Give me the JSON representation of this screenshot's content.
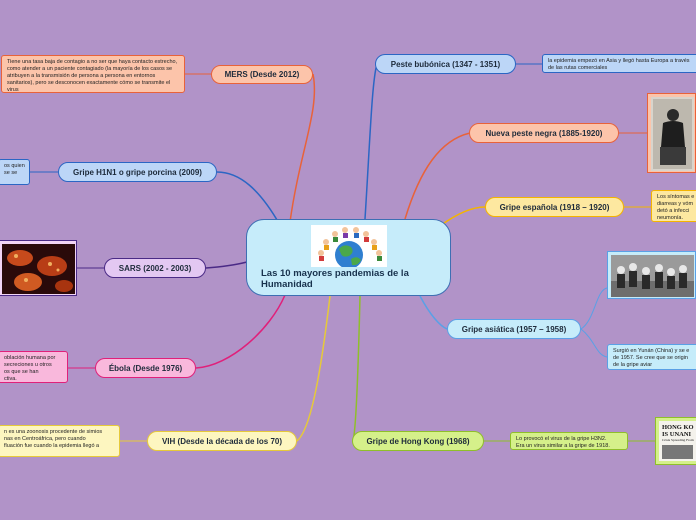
{
  "central": {
    "title": "Las 10 mayores pandemias de la Humanidad"
  },
  "topics": {
    "mers": {
      "label": "MERS (Desde 2012)",
      "note": "Tiene una tasa baja de contagio a no ser que haya contacto estrecho, como atender a un paciente contagiado (la mayoría de los casos se atribuyen a la transmisión de persona a persona en entornos sanitarios), pero se desconocen exactamente cómo se transmite el virus"
    },
    "h1n1": {
      "label": "Gripe H1N1 o gripe porcina (2009)",
      "note": "os quien\nse se"
    },
    "sars": {
      "label": "SARS (2002 - 2003)"
    },
    "ebola": {
      "label": "Ébola (Desde 1976)",
      "note": "oblación humana por\nsecreciones u otros\nos que se han\nctiva."
    },
    "vih": {
      "label": "VIH (Desde la década de los 70)",
      "note": "n es una zoonosis procedente de simios\nnas en Centroáfrica, pero cuando\nfluación fue cuando la epidemia llegó a"
    },
    "bubonica": {
      "label": "Peste bubónica (1347 - 1351)",
      "note": "la epidemia empezó en Asia y llegó hasta Europa a través de las rutas comerciales"
    },
    "negra": {
      "label": "Nueva peste negra (1885-1920)"
    },
    "espanola": {
      "label": "Gripe española (1918 – 1920)",
      "note": "Los síntomas e\ndiarreas y vóm\ndetó a infecci\nneumonía."
    },
    "asiatica": {
      "label": "Gripe asiática (1957 – 1958)",
      "note": "Surgió en Yunán (China) y se e\nde 1957. Se cree que se origin\nde la gripe aviar"
    },
    "hongkong": {
      "label": "Gripe de Hong Kong (1968)",
      "note": "Lo provocó el virus de la gripe H3N2.\nEra un virus similar a la gripe de 1918."
    }
  },
  "newspaper": {
    "line1": "HONG KO",
    "line2": "IS UNANI",
    "line3": "Crisis Spreading From"
  },
  "colors": {
    "background": "#b193c8",
    "mers": "#e8623a",
    "h1n1": "#2b66c4",
    "sars": "#4a2a86",
    "ebola": "#e0207a",
    "vih": "#e6c93a",
    "bubonica": "#2b66c4",
    "negra": "#e8623a",
    "espanola": "#f4b400",
    "asiatica": "#5aa0e6",
    "hongkong": "#8fbf2a"
  }
}
